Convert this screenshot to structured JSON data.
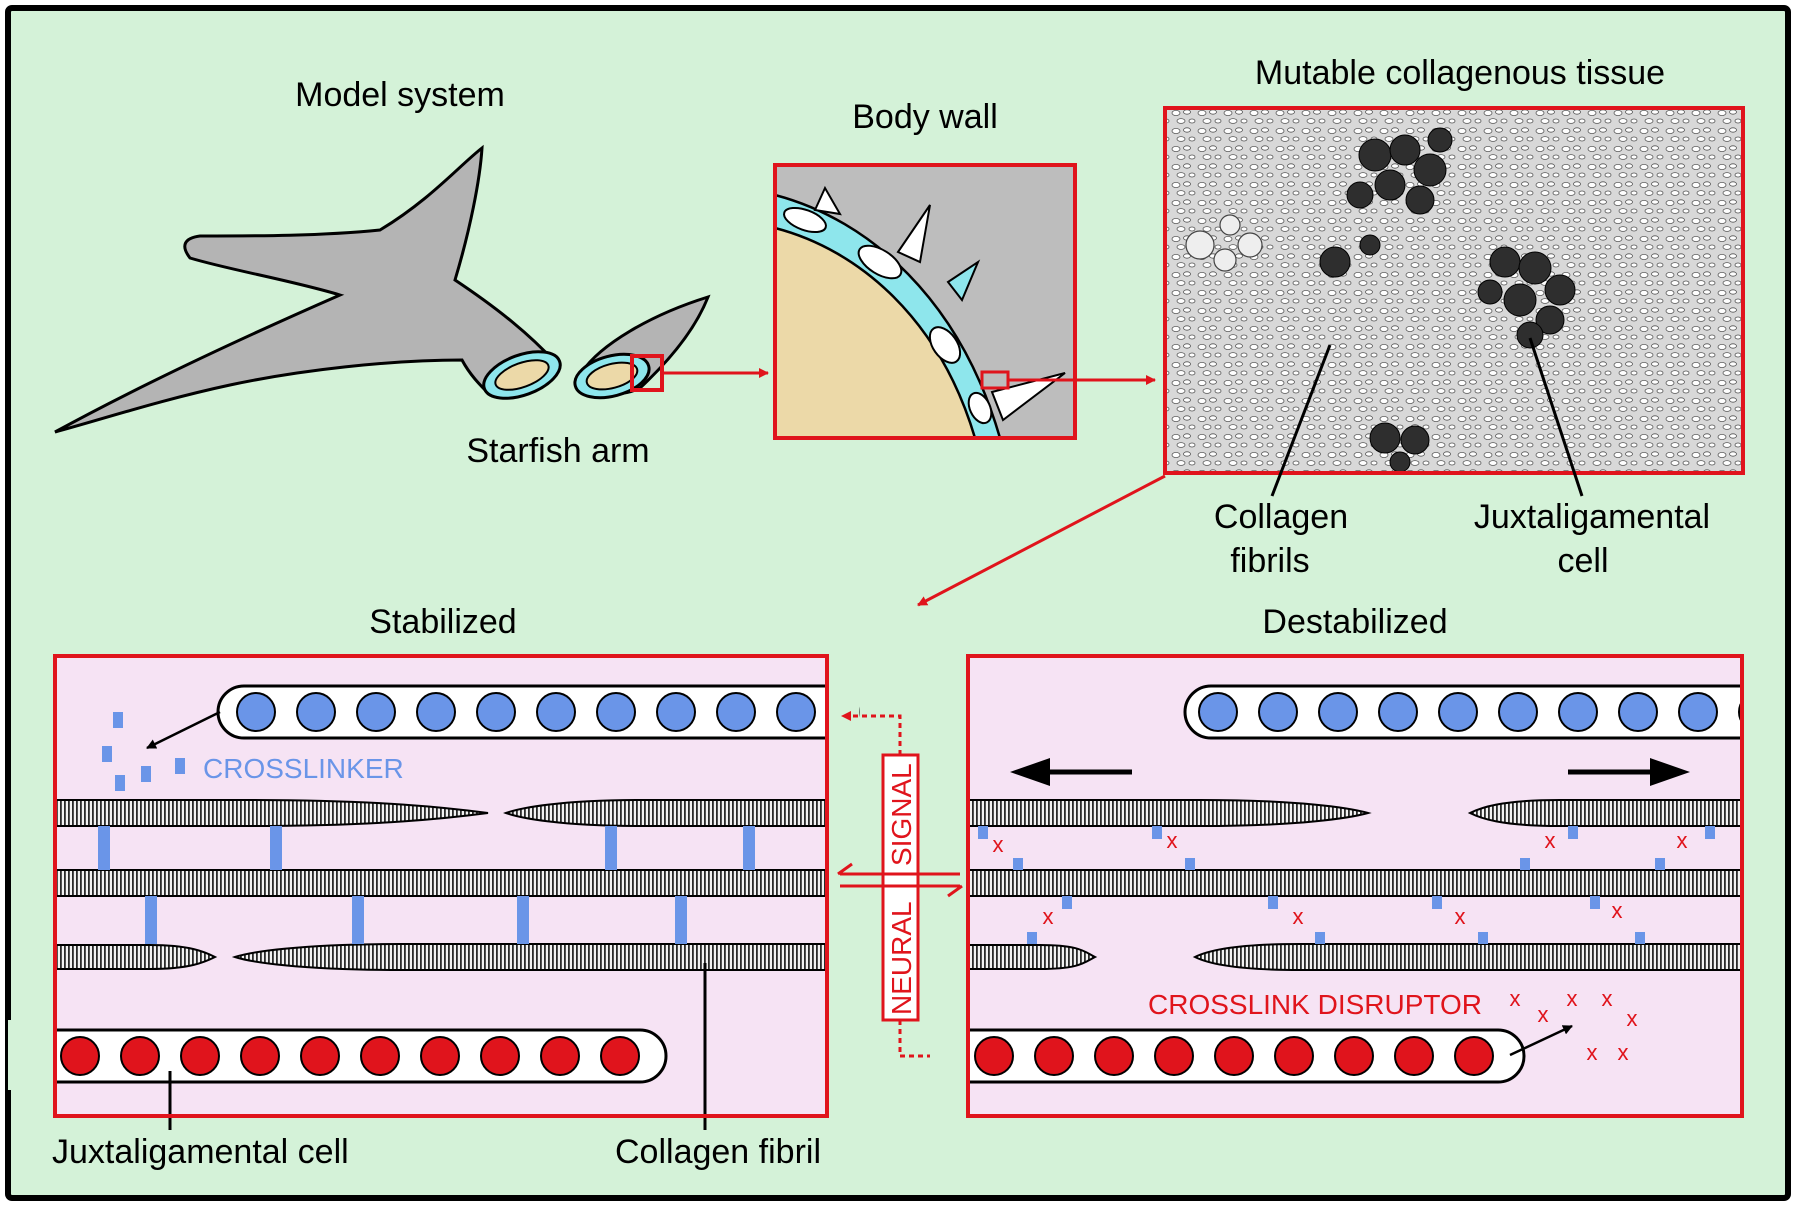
{
  "panels": {
    "model_system": {
      "title": "Model system",
      "arm_label": "Starfish arm"
    },
    "body_wall": {
      "title": "Body wall"
    },
    "tissue": {
      "title": "Mutable collagenous tissue",
      "label_fibrils_1": "Collagen",
      "label_fibrils_2": "fibrils",
      "label_cell_1": "Juxtaligamental",
      "label_cell_2": "cell"
    },
    "stabilized": {
      "title": "Stabilized",
      "crosslinker": "CROSSLINKER",
      "label_cell": "Juxtaligamental cell",
      "label_fibril": "Collagen fibril"
    },
    "destabilized": {
      "title": "Destabilized",
      "disruptor": "CROSSLINK DISRUPTOR",
      "x_mark": "x"
    },
    "signal": {
      "word_1": "NEURAL",
      "word_2": "SIGNAL"
    }
  },
  "colors": {
    "background": "#d4f2d8",
    "panel_fill": "#f6e3f4",
    "frame_red": "#e0141c",
    "crosslinker_blue": "#6a95e8",
    "granule_red": "#e0141c",
    "body_grey": "#b4b4b4",
    "tan": "#ecd9a8",
    "cyan": "#8ee6ec"
  }
}
